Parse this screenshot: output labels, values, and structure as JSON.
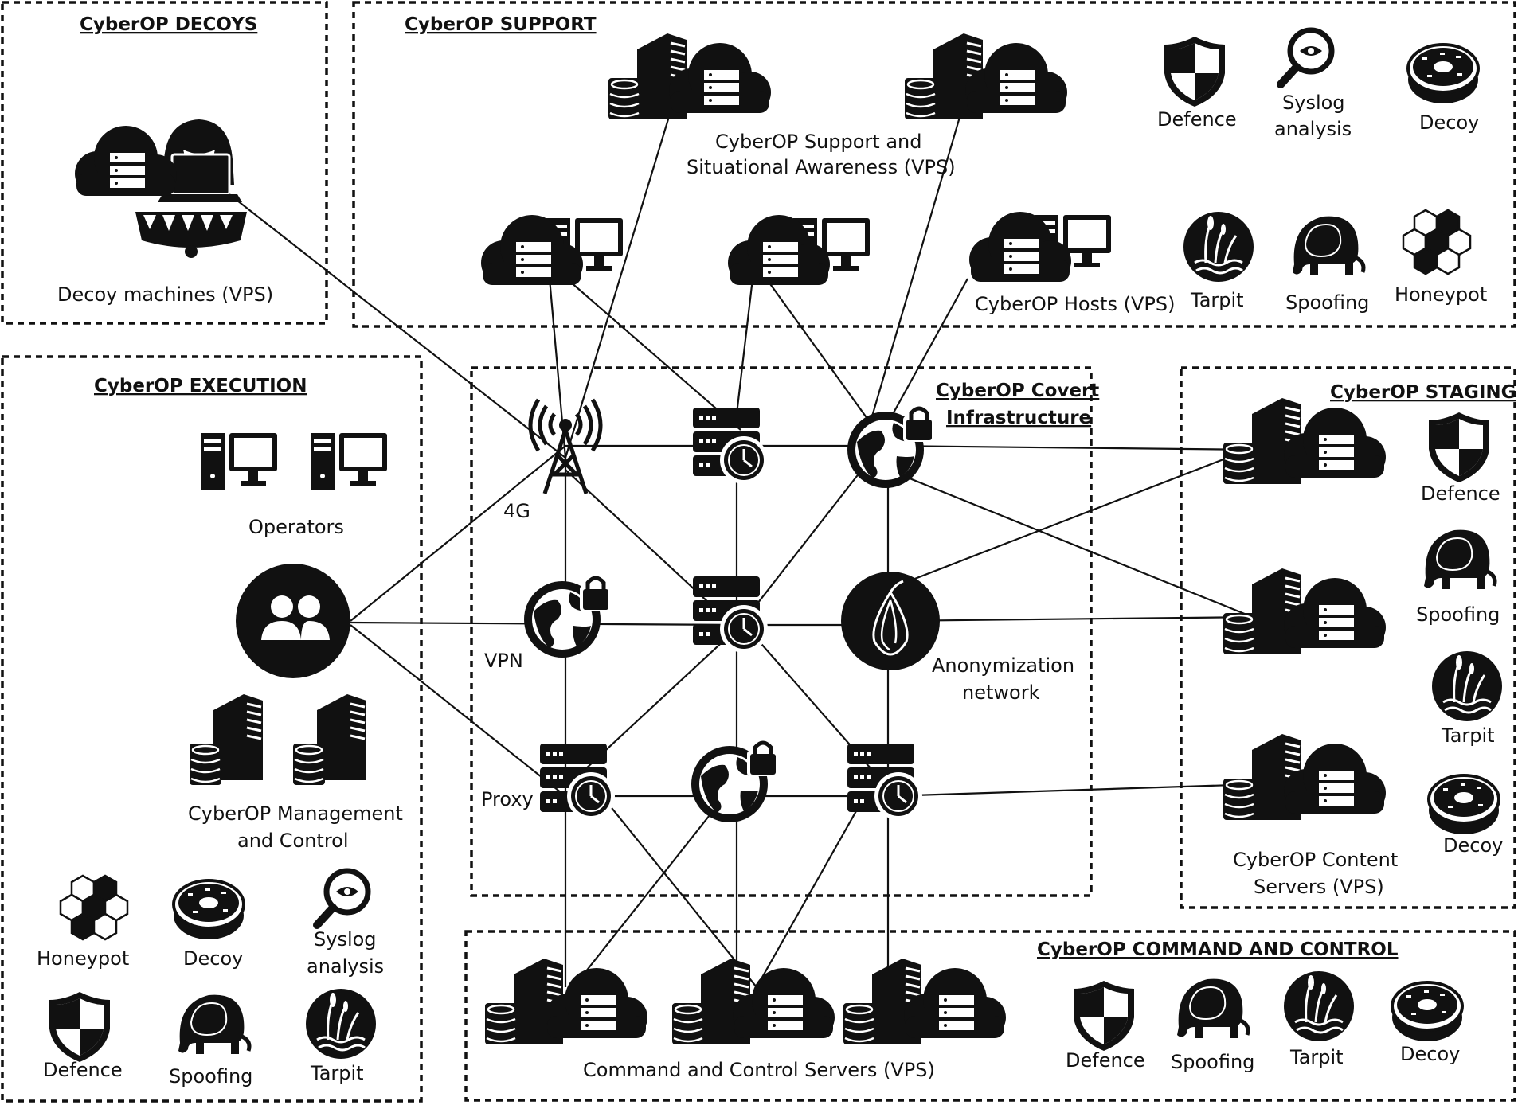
{
  "zones": {
    "decoys": "CyberOP DECOYS",
    "support": "CyberOP SUPPORT",
    "execution": "CyberOP EXECUTION",
    "covert_line1": "CyberOP Covert",
    "covert_line2": "Infrastructure",
    "staging": "CyberOP STAGING",
    "c2": "CyberOP COMMAND AND CONTROL"
  },
  "labels": {
    "decoy_machines": "Decoy machines (VPS)",
    "support_sa_line1": "CyberOP Support and",
    "support_sa_line2": "Situational Awareness (VPS)",
    "hosts": "CyberOP Hosts (VPS)",
    "operators": "Operators",
    "mgmt_line1": "CyberOP Management",
    "mgmt_line2": "and Control",
    "four_g": "4G",
    "vpn": "VPN",
    "proxy": "Proxy",
    "anon_line1": "Anonymization",
    "anon_line2": "network",
    "content_line1": "CyberOP Content",
    "content_line2": "Servers (VPS)",
    "c2_servers": "Command and Control Servers (VPS)"
  },
  "tools": {
    "defence": "Defence",
    "syslog_line1": "Syslog",
    "syslog_line2": "analysis",
    "decoy": "Decoy",
    "tarpit": "Tarpit",
    "spoofing": "Spoofing",
    "honeypot": "Honeypot"
  }
}
